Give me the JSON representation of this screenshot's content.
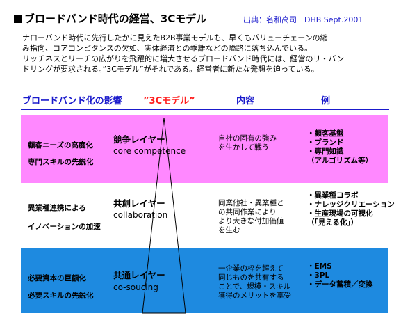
{
  "header": {
    "title": "ブロードバンド時代の経営、3Cモデル",
    "source": "出典：名和高司　DHB Sept.2001"
  },
  "intro": [
    "ナローバンド時代に先行したかに見えたB2B事業モデルも、早くもバリューチェーンの縮",
    "み指向、コアコンピタンスの欠如、実体経済との乖離などの隘路に落ち込んでいる。",
    "リッチネスとリーチの広がりを飛躍的に増大させるブロードバンド時代には、経営のリ・バン",
    "ドリングが要求される。”3Cモデル”がそれである。経営者に新たな発想を迫っている。"
  ],
  "columns": {
    "influence": "ブロードバンド化の影響",
    "model": "”3Cモデル”",
    "content": "内容",
    "example": "例"
  },
  "colors": {
    "band_top": "#ff88ff",
    "band_middle": "#ffffff",
    "band_bottom": "#1e8ae0",
    "heading_blue": "#1a1acc",
    "heading_red": "#ff2020"
  },
  "rows": [
    {
      "influence": [
        "顧客ニーズの高度化",
        "専門スキルの先鋭化"
      ],
      "layer": "競争レイヤー",
      "layer_en": "core competence",
      "content": [
        "自社の固有の強み",
        "を生かして戦う"
      ],
      "examples": [
        "・顧客基盤",
        "・ブランド",
        "・専門知識",
        "（アルゴリズム等）"
      ]
    },
    {
      "influence": [
        "異業種連携による",
        "イノベーションの加速"
      ],
      "layer": "共創レイヤー",
      "layer_en": "collaboration",
      "content": [
        "同業他社・異業種と",
        "の共同作業により",
        "より大きな付加価値",
        "を生む"
      ],
      "examples": [
        "・異業種コラボ",
        "・ナレッジクリエーション",
        "・生産現場の可視化",
        "（「見える化」）"
      ]
    },
    {
      "influence": [
        "必要資本の巨額化",
        "必要スキルの先鋭化"
      ],
      "layer": "共通レイヤー",
      "layer_en": "co-soucing",
      "content": [
        "一企業の枠を超えて",
        "同じものを共有する",
        "ことで、規模・スキル",
        "獲得のメリットを享受"
      ],
      "examples": [
        "・EMS",
        "・3PL",
        "・データ蓄積／変換"
      ]
    }
  ]
}
